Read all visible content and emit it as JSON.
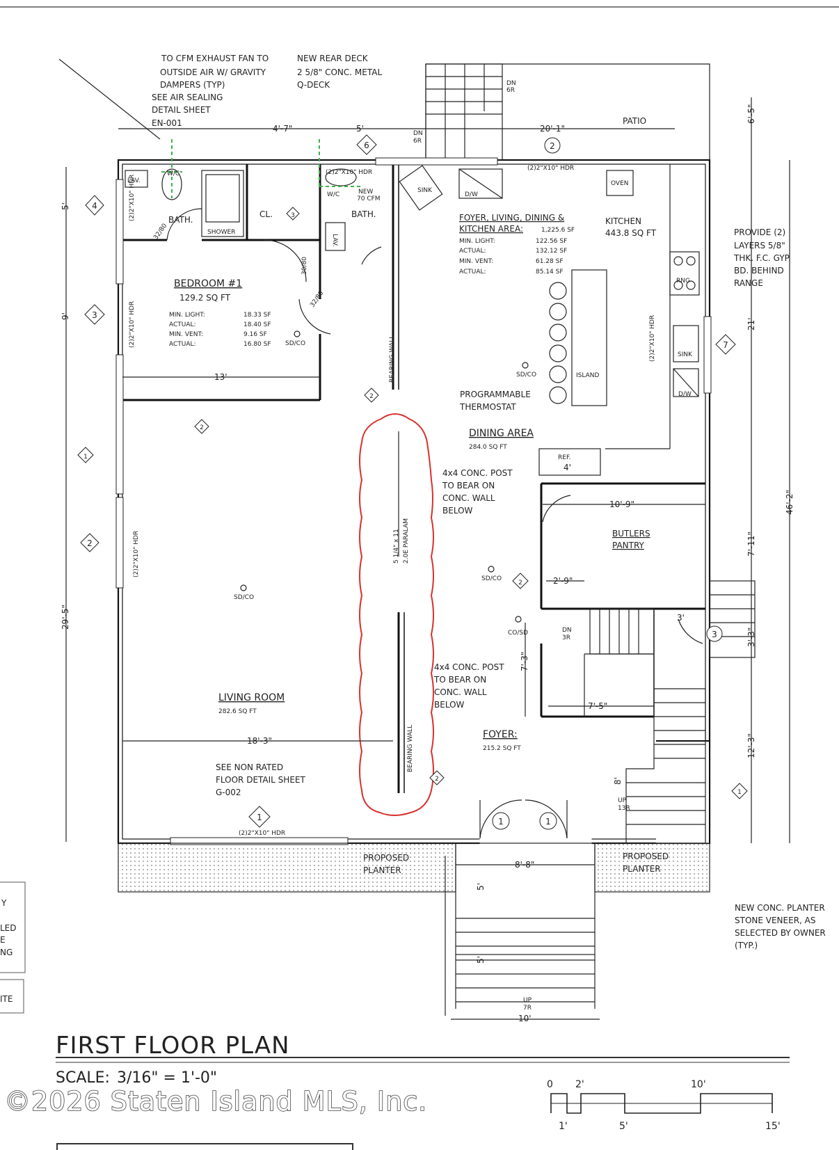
{
  "title": "FIRST FLOOR PLAN",
  "scale": {
    "label": "SCALE:",
    "value": "3/16\" = 1'-0\"",
    "bar_top": [
      "0",
      "2'",
      "10'"
    ],
    "bar_bottom": [
      "1'",
      "5'",
      "15'"
    ]
  },
  "watermark": "©2026 Staten Island MLS, Inc.",
  "notes": {
    "cfm": [
      "TO CFM EXHAUST FAN TO",
      "OUTSIDE AIR W/ GRAVITY",
      "DAMPERS (TYP)",
      "SEE AIR SEALING",
      "DETAIL SHEET",
      "EN-001"
    ],
    "deck": [
      "NEW REAR DECK",
      "2 5/8\" CONC. METAL",
      "Q-DECK"
    ],
    "patio": "PATIO",
    "range": [
      "PROVIDE (2)",
      "LAYERS 5/8\"",
      "THK. F.C. GYP.",
      "BD. BEHIND",
      "RANGE"
    ],
    "thermostat": [
      "PROGRAMMABLE",
      "THERMOSTAT"
    ],
    "post1": [
      "4x4 CONC. POST",
      "TO BEAR ON",
      "CONC. WALL",
      "BELOW"
    ],
    "post2": [
      "4x4 CONC. POST",
      "TO BEAR ON",
      "CONC. WALL",
      "BELOW"
    ],
    "floor": [
      "SEE NON RATED",
      "FLOOR DETAIL SHEET",
      "G-002"
    ],
    "planter_note": [
      "NEW CONC. PLANTER",
      "STONE VENEER, AS",
      "SELECTED BY OWNER",
      "(TYP.)"
    ],
    "planter_left": [
      "PROPOSED",
      "PLANTER"
    ],
    "planter_right": [
      "PROPOSED",
      "PLANTER"
    ],
    "bearing_wall": "BEARING WALL",
    "paralam": [
      "5 1/4\" x 11",
      "2.0E PARALAM"
    ],
    "hdr": "(2)2\"X10\" HDR"
  },
  "rooms": {
    "bedroom": {
      "name": "BEDROOM #1",
      "area": "129.2 SQ FT",
      "rows": [
        [
          "MIN. LIGHT:",
          "18.33 SF"
        ],
        [
          "ACTUAL:",
          "18.40 SF"
        ],
        [
          "MIN. VENT:",
          "9.16 SF"
        ],
        [
          "ACTUAL:",
          "16.80 SF"
        ]
      ]
    },
    "foyer_combo": {
      "name_lines": [
        "FOYER, LIVING, DINING &",
        "KITCHEN AREA:"
      ],
      "area": "1,225.6 SF",
      "rows": [
        [
          "MIN. LIGHT:",
          "122.56 SF"
        ],
        [
          "ACTUAL:",
          "132.12 SF"
        ],
        [
          "MIN. VENT:",
          "61.28 SF"
        ],
        [
          "ACTUAL:",
          "85.14 SF"
        ]
      ]
    },
    "kitchen": {
      "name": "KITCHEN",
      "area": "443.8 SQ FT"
    },
    "dining": {
      "name": "DINING AREA",
      "area": "284.0 SQ FT"
    },
    "butlers": {
      "name": [
        "BUTLERS",
        "PANTRY"
      ]
    },
    "living": {
      "name": "LIVING ROOM",
      "area": "282.6 SQ FT"
    },
    "foyer": {
      "name": "FOYER:",
      "area": "215.2 SQ FT"
    },
    "bath1": "BATH.",
    "bath2": "BATH.",
    "closet": "CL."
  },
  "fixtures": {
    "lav": "LAV.",
    "wc": "W/C",
    "shower": "SHOWER",
    "oven": "OVEN",
    "rng": "RNG",
    "sink": "SINK",
    "dw": "D/W",
    "island": "ISLAND",
    "ref": "REF.",
    "sdco": "SD/CO",
    "coso": "CO/SD",
    "newcfm": [
      "NEW",
      "70 CFM"
    ]
  },
  "dims": {
    "d_4_7": "4'-7\"",
    "d_5": "5'",
    "d_20_1": "20'-1\"",
    "d_6_5": "6'-5\"",
    "d_13": "13'",
    "d_5l": "5'",
    "d_9": "9'",
    "d_29_5": "29'-5\"",
    "d_21": "21'",
    "d_46_2": "46'-2\"",
    "d_10_9": "10'-9\"",
    "d_7_11": "7'-11\"",
    "d_2_9": "2'-9\"",
    "d_3": "3'",
    "d_3_3": "3'-3\"",
    "d_7_3": "7'-3\"",
    "d_7_5": "7'-5\"",
    "d_18_3": "18'-3\"",
    "d_12_3": "12'-3\"",
    "d_8": "8'",
    "d_8_8": "8'-8\"",
    "d_10": "10'",
    "d_4": "4'",
    "d_30x80": "30/80",
    "d_32x80": "32/80",
    "up13r": [
      "UP",
      "13R"
    ],
    "dn6r": [
      "DN",
      "6R"
    ],
    "dn3r": [
      "DN",
      "3R"
    ],
    "up7r": [
      "UP",
      "7R"
    ],
    "d_5a": "5'",
    "d_5b": "5'"
  },
  "tags": {
    "t1": "1",
    "t2": "2",
    "t3": "3",
    "t4": "4",
    "t6": "6",
    "t7": "7"
  },
  "legend_fragments": [
    "Y",
    "LED",
    "E",
    "NG",
    "ITE"
  ]
}
